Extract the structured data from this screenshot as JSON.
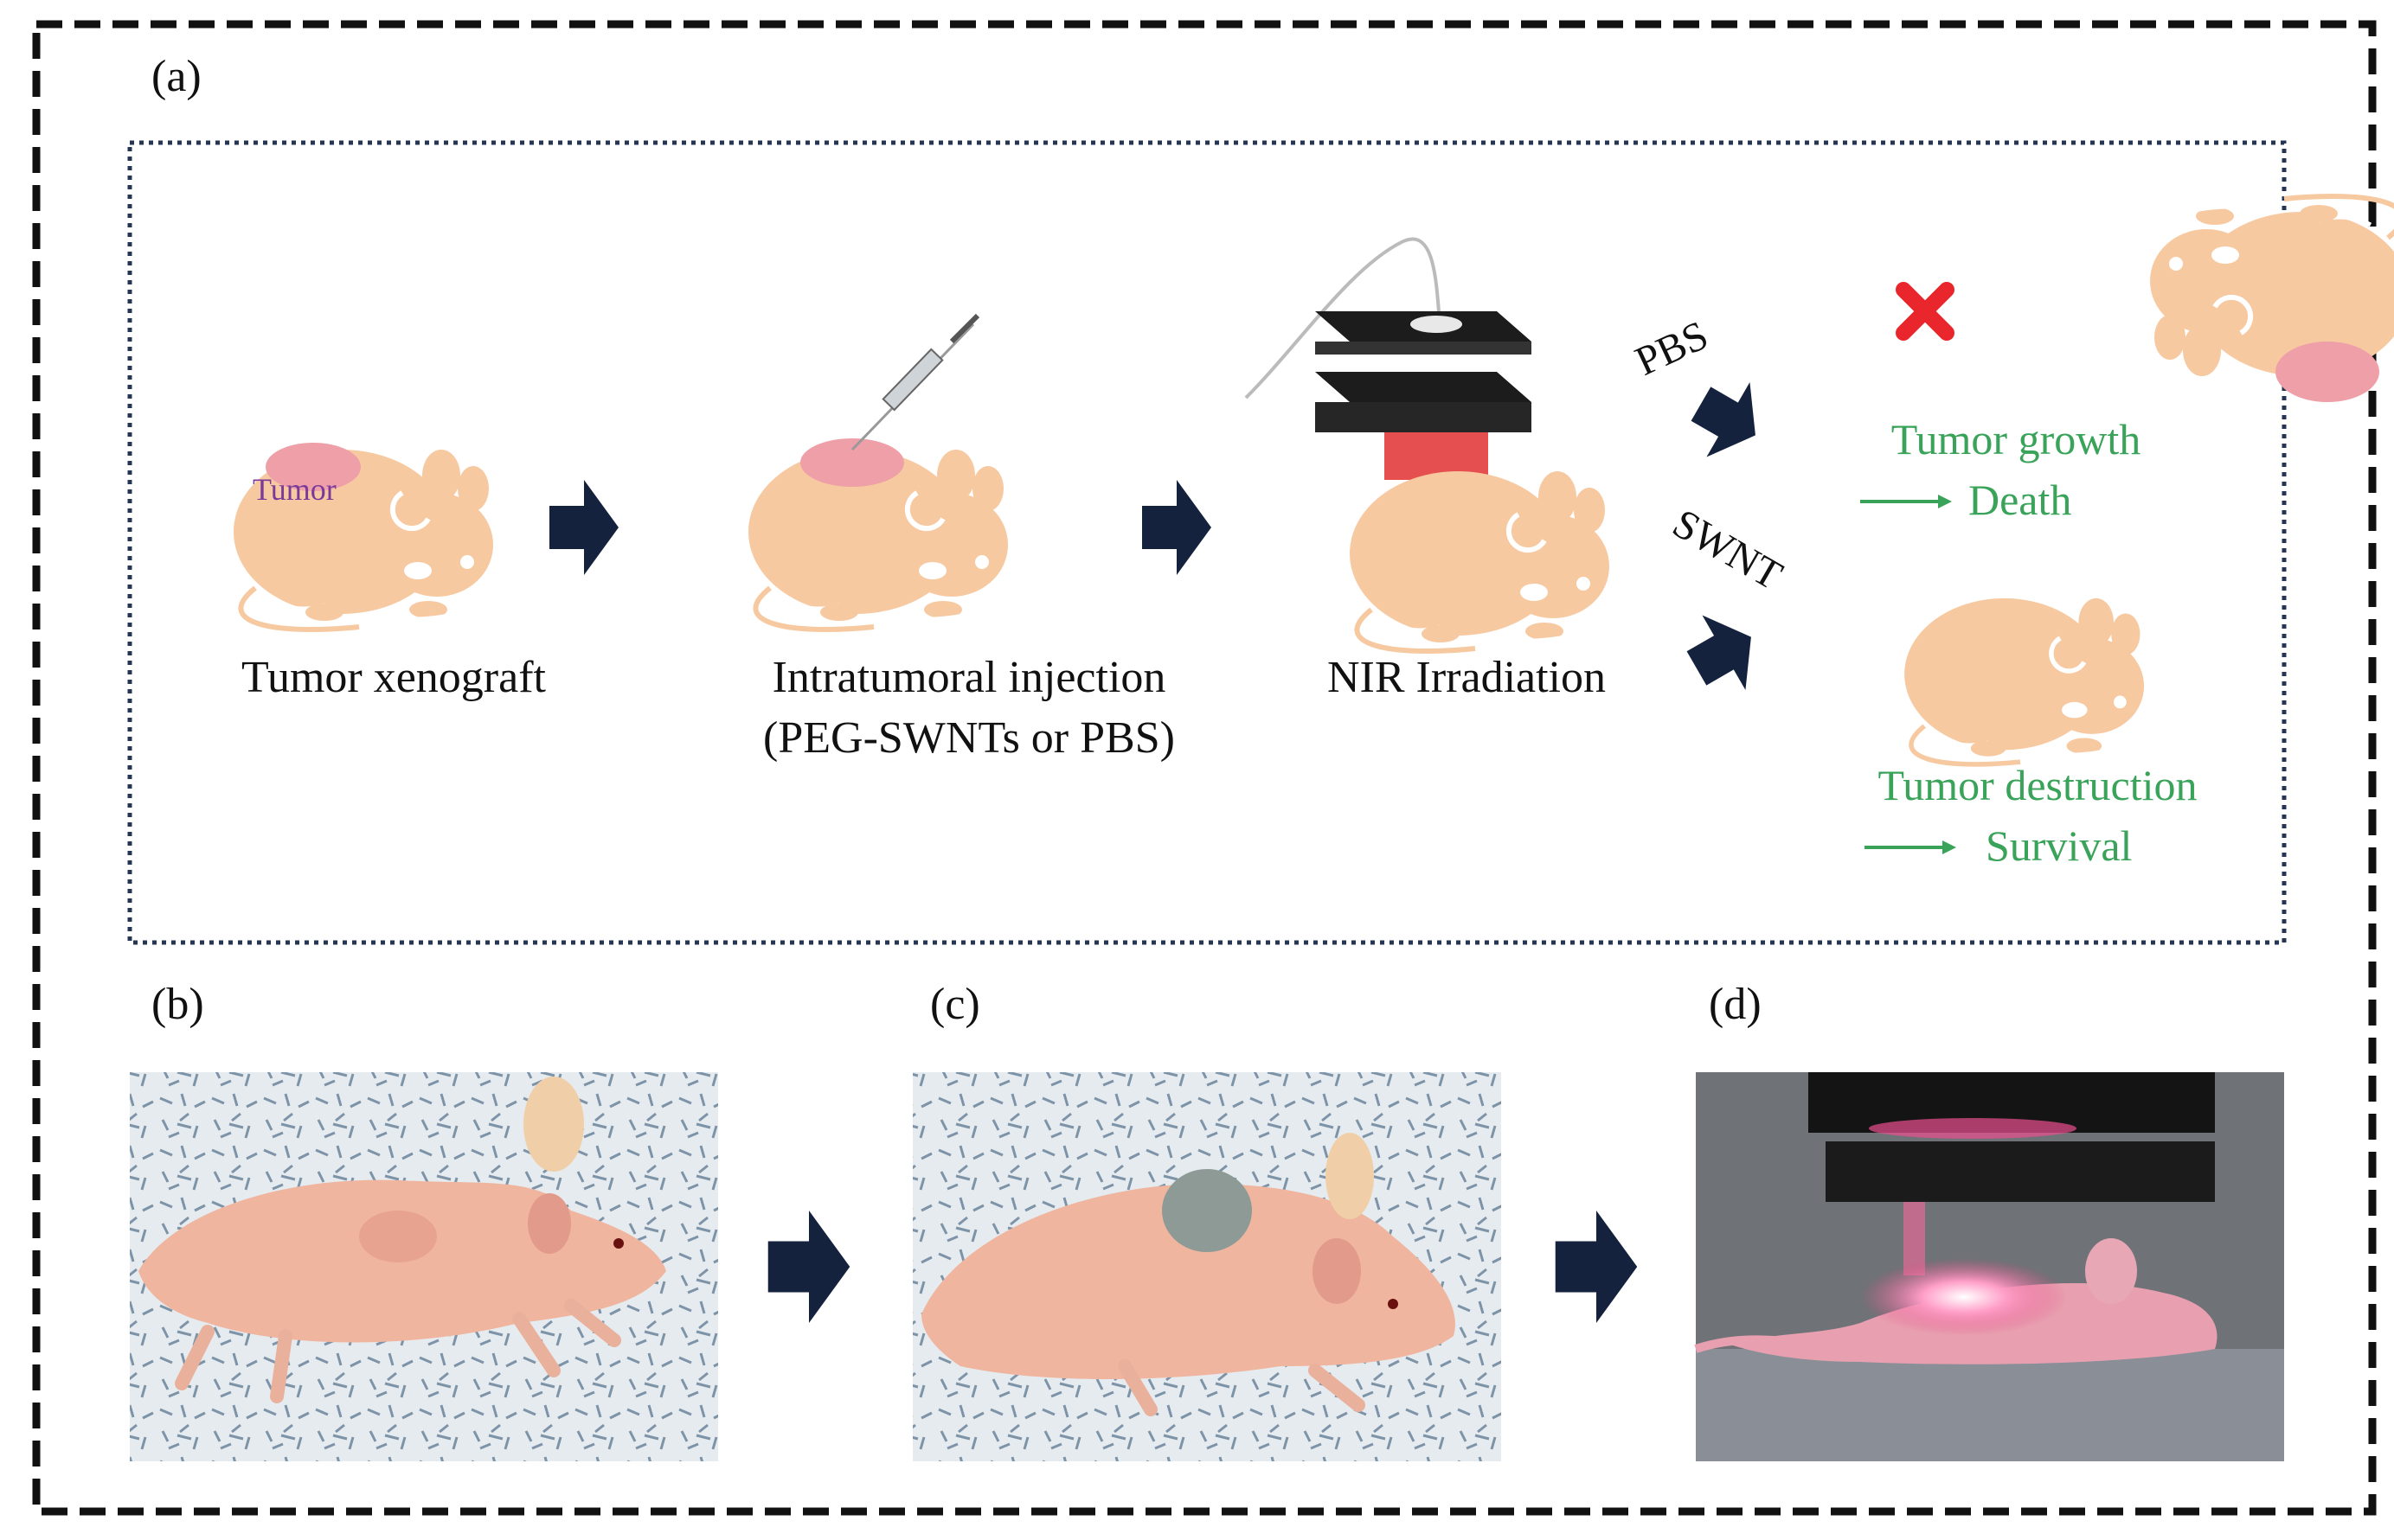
{
  "panels": {
    "a": "(a)",
    "b": "(b)",
    "c": "(c)",
    "d": "(d)"
  },
  "steps": {
    "xenograft": "Tumor xenograft",
    "injection_line1": "Intratumoral injection",
    "injection_line2": "(PEG-SWNTs or PBS)",
    "irradiation": "NIR Irradiation"
  },
  "tumor_label": "Tumor",
  "branches": {
    "pbs": "PBS",
    "swnt": "SWNT"
  },
  "outcomes": {
    "pbs_line1": "Tumor growth",
    "pbs_line2": "Death",
    "swnt_line1": "Tumor destruction",
    "swnt_line2": "Survival"
  },
  "colors": {
    "outcome_text": "#3aa35a",
    "arrow": "#14223d",
    "mouse_body": "#f7c9a1",
    "tumor": "#ee9fa8",
    "cross": "#e8262c",
    "laser": "#e03030"
  }
}
